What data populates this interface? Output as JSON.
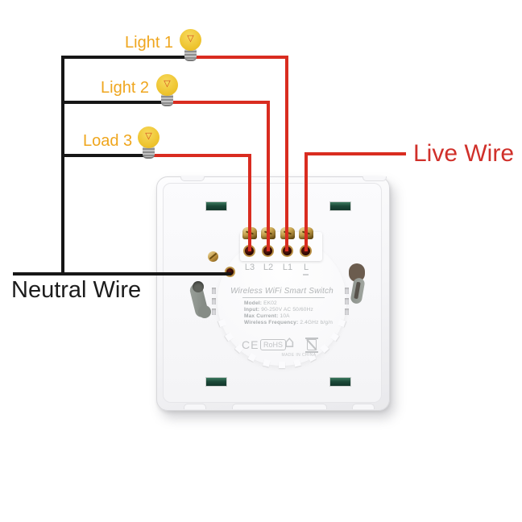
{
  "diagram_labels": {
    "light1": "Light 1",
    "light2": "Light 2",
    "load3": "Load 3",
    "live_wire": "Live Wire",
    "neutral_wire": "Neutral Wire"
  },
  "device": {
    "terminal_labels": [
      "L3",
      "L2",
      "L1",
      "L"
    ],
    "title": "Wireless WiFi Smart Switch",
    "specs": [
      {
        "key": "Model:",
        "value": "EK02"
      },
      {
        "key": "Input:",
        "value": "90-250V AC 50/60Hz"
      },
      {
        "key": "Max Current:",
        "value": "10A"
      },
      {
        "key": "Wireless Frequency:",
        "value": "2.4GHz b/g/n"
      }
    ],
    "certifications": {
      "ce": "CE",
      "rohs": "RoHS"
    },
    "made_in": "MADE IN CHINA"
  },
  "icons": {
    "bulb_filament": "▽",
    "house": "⌂"
  },
  "colors": {
    "live_wire_red": "#d92c20",
    "neutral_wire_black": "#161616",
    "light_label_orange": "#efa61e",
    "bulb_yellow": "#eec32e",
    "mount_slot_green": "#1c4a39",
    "device_text_gray": "#b5b8ba"
  }
}
